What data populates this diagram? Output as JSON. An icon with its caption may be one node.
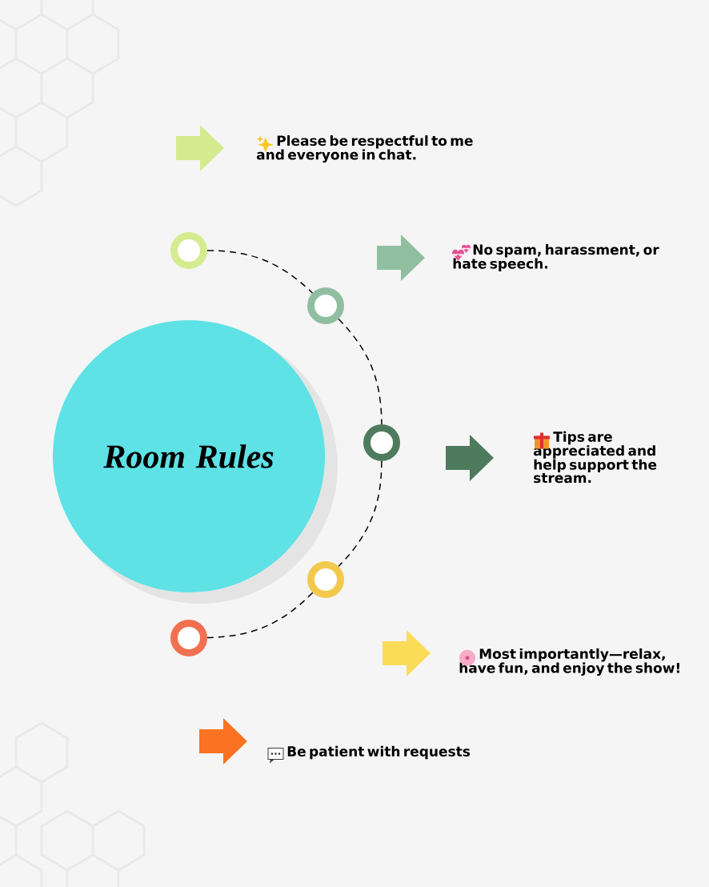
{
  "diagram": {
    "nodes": [
      {
        "text": [
          "Room Rules"
        ]
      },
      {
        "text": [],
        "shape": "circle"
      },
      {
        "text": [],
        "shape": "circle"
      },
      {
        "text": [],
        "shape": "circle"
      },
      {
        "text": [],
        "shape": "circle"
      },
      {
        "text": [],
        "shape": "circle"
      }
    ],
    "edges": [
      {
        "from": 1,
        "to": 2,
        "arrow": "none",
        "style": "dashed"
      },
      {
        "from": 2,
        "to": 3,
        "arrow": "none",
        "style": "dashed"
      },
      {
        "from": 3,
        "to": 4,
        "arrow": "none",
        "style": "dashed"
      },
      {
        "from": 4,
        "to": 5,
        "arrow": "none",
        "style": "dashed"
      }
    ],
    "labels": [
      "Please be respectful to me and everyone in chat.",
      "No spam, harassment, or hate speech.",
      "Tips are appreciated and help support the stream.",
      "Most importantly—relax, have fun, and enjoy the show!",
      "Be patient with requests"
    ]
  }
}
